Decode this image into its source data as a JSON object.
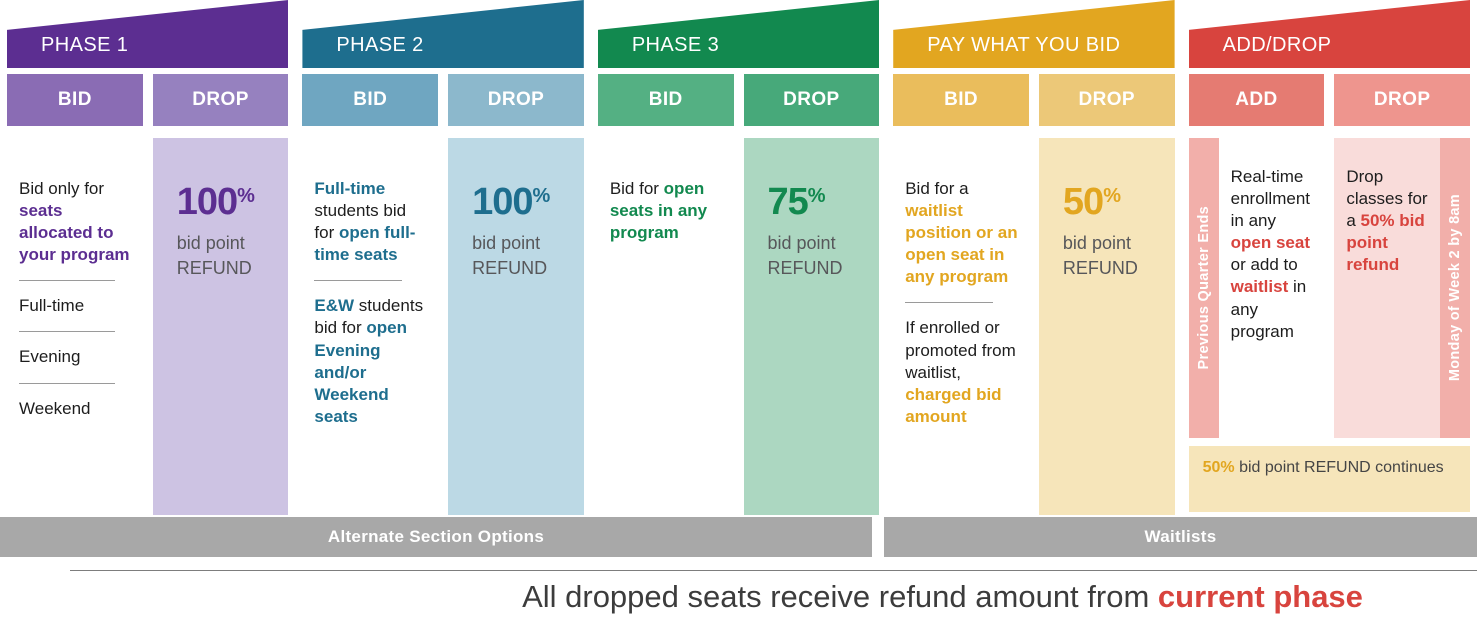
{
  "palette": {
    "p1_dark": "#5C2E91",
    "p1_mid": "#8A6CB4",
    "p1_mid2": "#9681BF",
    "p1_light": "#CDC3E3",
    "p2_dark": "#1E6E8E",
    "p2_mid": "#6FA6C1",
    "p2_mid2": "#8CB8CC",
    "p2_light": "#BCD9E5",
    "p3_dark": "#12894F",
    "p3_mid": "#54B083",
    "p3_mid2": "#47A97A",
    "p3_light": "#ACD7C1",
    "p4_dark": "#E2A620",
    "p4_mid": "#EABD5C",
    "p4_mid2": "#ECC878",
    "p4_light": "#F6E5BA",
    "p5_dark": "#D8443E",
    "p5_mid": "#E57B72",
    "p5_mid2": "#EE958E",
    "p5_strip": "#F2AFAA",
    "p5_light": "#F9DCDA",
    "bar_gray": "#A8A8A8"
  },
  "phase1": {
    "title": "PHASE 1",
    "bid_label": "BID",
    "drop_label": "DROP",
    "bid": {
      "lead": "Bid only for ",
      "accent": "seats allocated to your program",
      "items": [
        "Full-time",
        "Evening",
        "Weekend"
      ]
    },
    "drop": {
      "pct": "100",
      "pct_sign": "%",
      "line1": "bid point",
      "line2": "REFUND"
    }
  },
  "phase2": {
    "title": "PHASE 2",
    "bid_label": "BID",
    "drop_label": "DROP",
    "bid": {
      "p1_accent": "Full-time",
      "p1_plain": " students bid for ",
      "p1_accent2": "open full-time seats",
      "p2_accent": "E&W",
      "p2_plain": " students bid for ",
      "p2_accent2": "open Evening and/or Weekend seats"
    },
    "drop": {
      "pct": "100",
      "pct_sign": "%",
      "line1": "bid point",
      "line2": "REFUND"
    }
  },
  "phase3": {
    "title": "PHASE 3",
    "bid_label": "BID",
    "drop_label": "DROP",
    "bid": {
      "plain": "Bid for ",
      "accent": "open seats in any program"
    },
    "drop": {
      "pct": "75",
      "pct_sign": "%",
      "line1": "bid point",
      "line2": "REFUND"
    }
  },
  "phase4": {
    "title": "PAY WHAT YOU BID",
    "bid_label": "BID",
    "drop_label": "DROP",
    "bid": {
      "p1_plain": "Bid for a ",
      "p1_accent": "waitlist position or an open seat in any program",
      "p2_plain": "If enrolled or promoted from waitlist, ",
      "p2_accent": "charged bid amount"
    },
    "drop": {
      "pct": "50",
      "pct_sign": "%",
      "line1": "bid point",
      "line2": "REFUND"
    }
  },
  "phase5": {
    "title": "ADD/DROP",
    "add_label": "ADD",
    "drop_label": "DROP",
    "left_strip": "Previous Quarter Ends",
    "right_strip": "Monday of Week 2 by 8am",
    "add": {
      "t1": "Real-time enrollment in any ",
      "a1": "open seat",
      "t2": " or add to ",
      "a2": "waitlist",
      "t3": " in any program"
    },
    "drop": {
      "t1": "Drop classes for a ",
      "a1": "50% bid point refund"
    },
    "refund_bar": {
      "accent": "50%",
      "rest": " bid point REFUND continues"
    }
  },
  "bars": {
    "left": "Alternate Section Options",
    "right": "Waitlists"
  },
  "footer": {
    "plain": "All dropped seats receive refund amount from ",
    "accent": "current phase"
  }
}
